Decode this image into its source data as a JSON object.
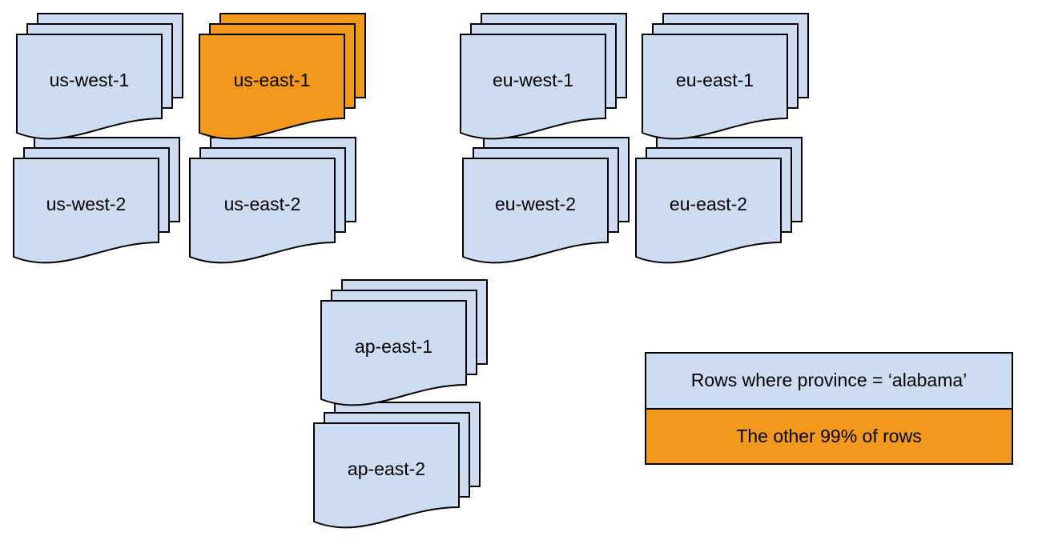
{
  "colors": {
    "sheet_blue": "#cddcf0",
    "sheet_orange": "#f2991d",
    "outline": "#000000",
    "background": "#ffffff"
  },
  "regions": [
    {
      "id": "us-west-1",
      "label": "us-west-1",
      "highlighted": false
    },
    {
      "id": "us-east-1",
      "label": "us-east-1",
      "highlighted": true
    },
    {
      "id": "eu-west-1",
      "label": "eu-west-1",
      "highlighted": false
    },
    {
      "id": "eu-east-1",
      "label": "eu-east-1",
      "highlighted": false
    },
    {
      "id": "us-west-2",
      "label": "us-west-2",
      "highlighted": false
    },
    {
      "id": "us-east-2",
      "label": "us-east-2",
      "highlighted": false
    },
    {
      "id": "eu-west-2",
      "label": "eu-west-2",
      "highlighted": false
    },
    {
      "id": "eu-east-2",
      "label": "eu-east-2",
      "highlighted": false
    },
    {
      "id": "ap-east-1",
      "label": "ap-east-1",
      "highlighted": false
    },
    {
      "id": "ap-east-2",
      "label": "ap-east-2",
      "highlighted": false
    }
  ],
  "legend": {
    "items": [
      {
        "label": "Rows where province = ‘alabama’",
        "swatch_color": "#cddcf0"
      },
      {
        "label": "The other 99% of rows",
        "swatch_color": "#f2991d"
      }
    ]
  }
}
